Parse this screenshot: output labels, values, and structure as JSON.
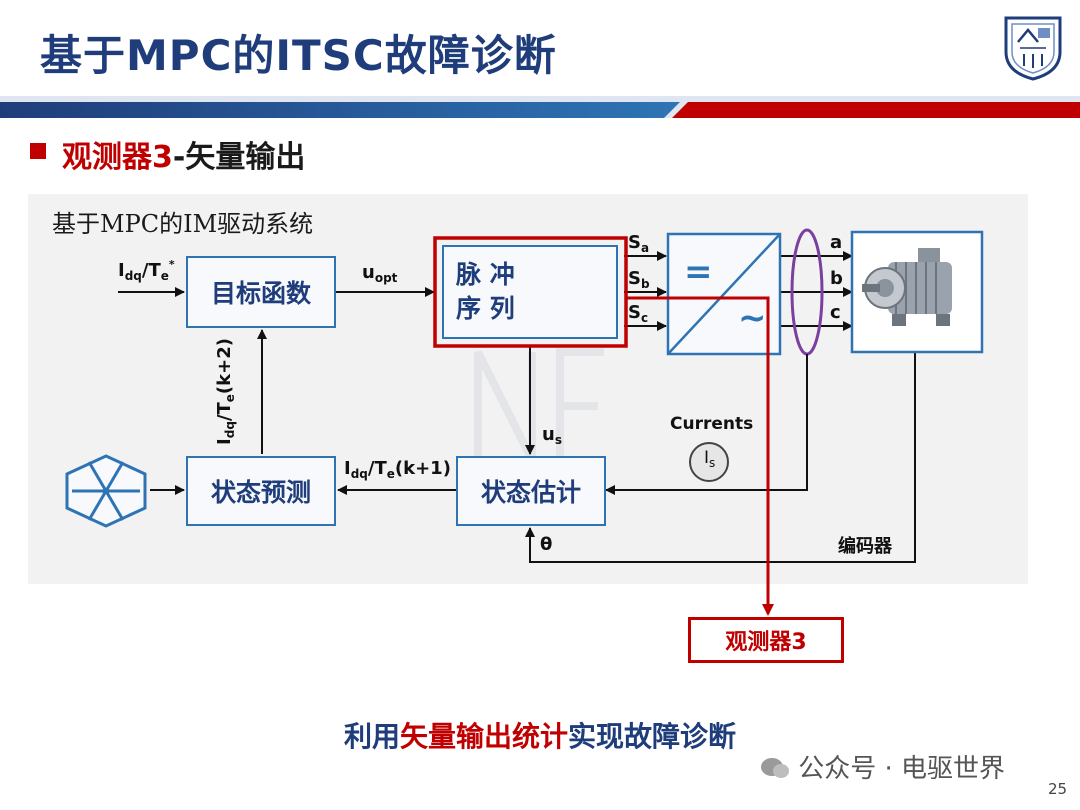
{
  "slide": {
    "title": "基于MPC的ITSC故障诊断",
    "section_heading_red": "观测器3",
    "section_heading_rest": "-矢量输出",
    "page_number": "25"
  },
  "diagram": {
    "panel_title": "基于MPC的IM驱动系统",
    "blocks": {
      "objective": "目标函数",
      "pulse_line1": "脉 冲",
      "pulse_line2": "序 列",
      "converter_dc": "=",
      "converter_ac": "~",
      "state_prediction": "状态预测",
      "state_estimation": "状态估计",
      "observer": "观测器3"
    },
    "labels": {
      "input_main": "I",
      "input_sub": "dq",
      "input_mid": "/T",
      "input_sub2": "e",
      "input_sup": "*",
      "u_opt_main": "u",
      "u_opt_sub": "opt",
      "sa_main": "S",
      "sa_sub": "a",
      "sb_main": "S",
      "sb_sub": "b",
      "sc_main": "S",
      "sc_sub": "c",
      "phase_a": "a",
      "phase_b": "b",
      "phase_c": "c",
      "k2_main": "I",
      "k2_sub": "dq",
      "k2_mid": "/T",
      "k2_sub2": "e",
      "k2_end": "(k+2)",
      "k1_main": "I",
      "k1_sub": "dq",
      "k1_mid": "/T",
      "k1_sub2": "e",
      "k1_end": "(k+1)",
      "us_main": "u",
      "us_sub": "s",
      "currents": "Currents",
      "is_main": "I",
      "is_sub": "s",
      "theta": "θ",
      "encoder": "编码器"
    }
  },
  "conclusion": {
    "part1": "利用",
    "part2": "矢量输出统计",
    "part3": "实现故障诊断"
  },
  "watermark": "公众号 · 电驱世界",
  "colors": {
    "navy": "#1f3d7a",
    "red": "#c00000",
    "block_blue": "#2e74b5",
    "purple": "#7b3fa0"
  }
}
